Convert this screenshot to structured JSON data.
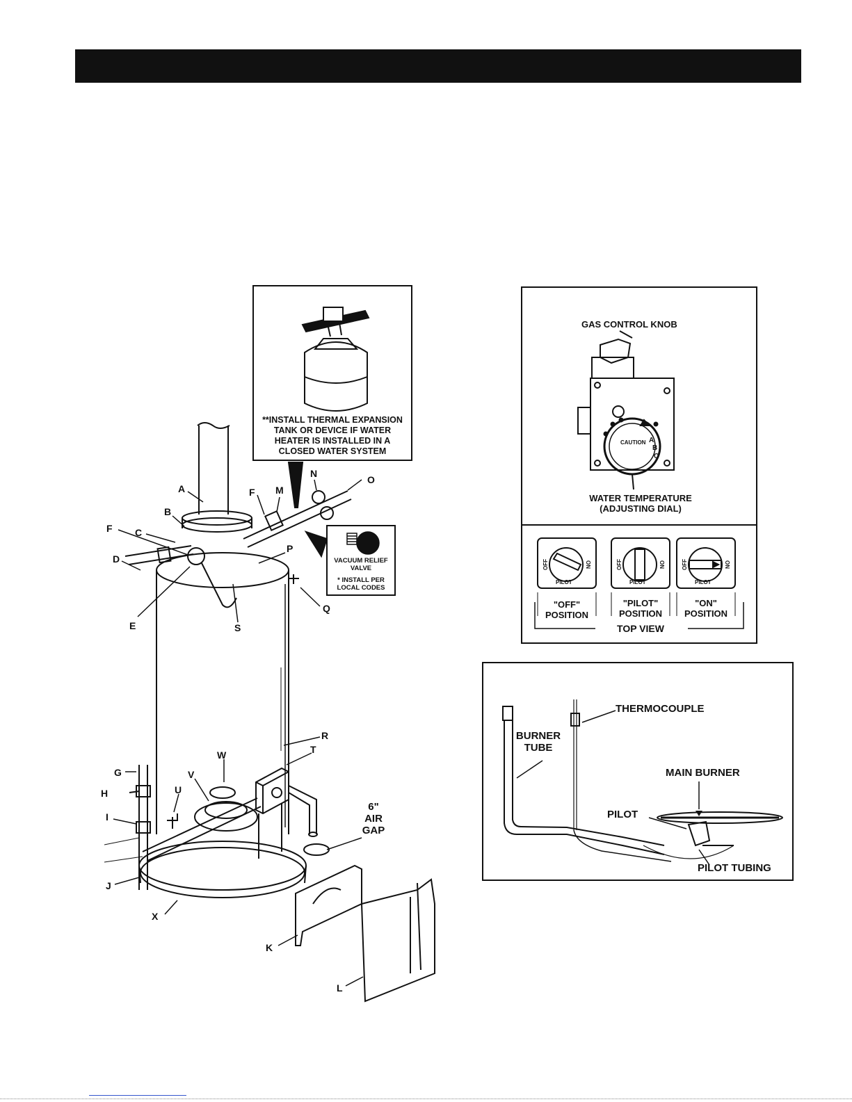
{
  "main_diagram": {
    "letters": {
      "A": "A",
      "B": "B",
      "C": "C",
      "D": "D",
      "E": "E",
      "F1": "F",
      "F2": "F",
      "G": "G",
      "H": "H",
      "I": "I",
      "J": "J",
      "K": "K",
      "L": "L",
      "M": "M",
      "N": "N",
      "O": "O",
      "P": "P",
      "Q": "Q",
      "R": "R",
      "S": "S",
      "T": "T",
      "U": "U",
      "V": "V",
      "W": "W",
      "X": "X"
    },
    "expansion_note": [
      "**INSTALL THERMAL EXPANSION",
      "TANK OR DEVICE IF WATER",
      "HEATER IS INSTALLED IN A",
      "CLOSED WATER SYSTEM"
    ],
    "vacuum_relief": [
      "VACUUM RELIEF",
      "VALVE",
      "* INSTALL PER",
      "LOCAL CODES"
    ],
    "air_gap": [
      "6\"",
      "AIR",
      "GAP"
    ]
  },
  "gas_control_panel": {
    "knob_label": "GAS CONTROL KNOB",
    "caution": "CAUTION",
    "dial_letters": [
      "A",
      "B",
      "C"
    ],
    "water_temp": [
      "WATER TEMPERATURE",
      "(ADJUSTING DIAL)"
    ],
    "positions": [
      {
        "line1": "\"OFF\"",
        "line2": "POSITION"
      },
      {
        "line1": "\"PILOT\"",
        "line2": "POSITION"
      },
      {
        "line1": "\"ON\"",
        "line2": "POSITION"
      }
    ],
    "knob_text": {
      "off": "OFF",
      "on": "ON",
      "pilot": "PILOT"
    },
    "top_view": "TOP VIEW"
  },
  "burner_panel": {
    "thermocouple": "THERMOCOUPLE",
    "burner_tube": [
      "BURNER",
      "TUBE"
    ],
    "main_burner": "MAIN BURNER",
    "pilot": "PILOT",
    "pilot_tubing": "PILOT TUBING"
  },
  "colors": {
    "ink": "#111111",
    "paper": "#ffffff",
    "link": "#3355cc"
  }
}
